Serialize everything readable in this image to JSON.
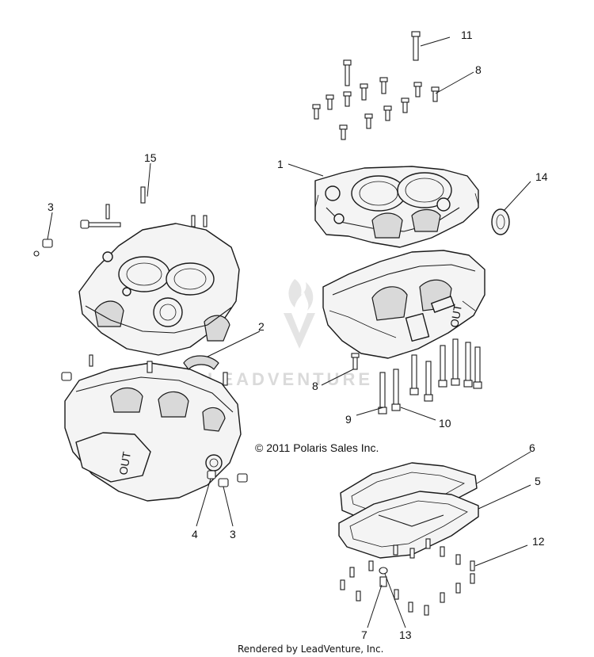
{
  "diagram": {
    "callouts": [
      "1",
      "2",
      "3",
      "3",
      "4",
      "5",
      "6",
      "7",
      "8",
      "8",
      "9",
      "10",
      "11",
      "12",
      "13",
      "14",
      "15"
    ],
    "copyright": "© 2011 Polaris Sales Inc.",
    "footer": "Rendered by LeadVenture, Inc.",
    "watermark": "LEADVENTURE",
    "colors": {
      "line": "#1a1a1a",
      "fill": "#f4f4f4",
      "watermark": "#d6d6d6"
    }
  }
}
